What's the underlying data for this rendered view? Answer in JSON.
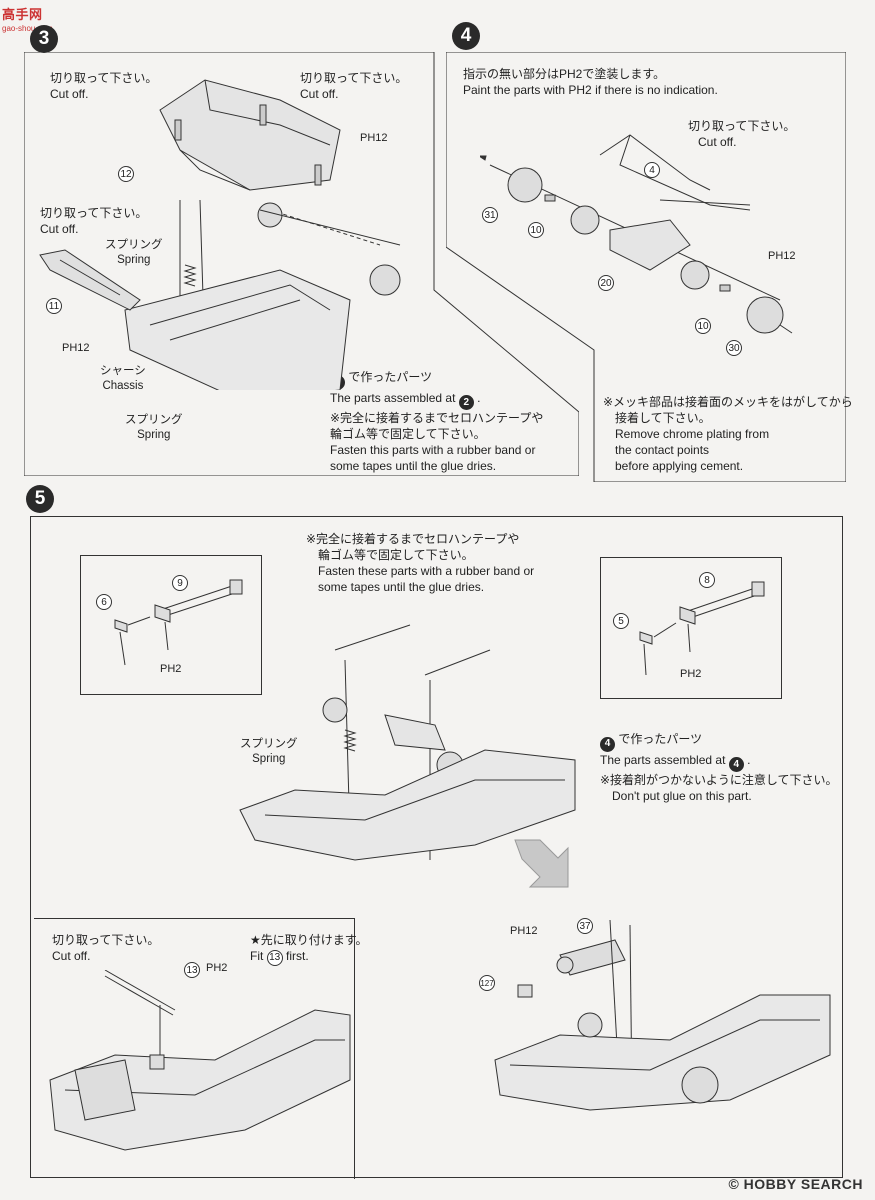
{
  "watermark": {
    "logo_text": "高手网",
    "site": "gao-shou.com",
    "footer": "© HOBBY SEARCH"
  },
  "steps": {
    "s3": {
      "number": "3",
      "cut_off_jp": "切り取って下さい。",
      "cut_off_en": "Cut off.",
      "spring_jp": "スプリング",
      "spring_en": "Spring",
      "chassis_jp": "シャーシ",
      "chassis_en": "Chassis",
      "paint": "PH12",
      "parts": [
        "12",
        "11"
      ],
      "assembled_jp": "で作ったパーツ",
      "assembled_en": "The parts assembled at",
      "assembled_ref": "2",
      "fasten_jp1": "※完全に接着するまでセロハンテープや",
      "fasten_jp2": "輪ゴム等で固定して下さい。",
      "fasten_en1": "Fasten this parts with a rubber band or",
      "fasten_en2": "some tapes until the glue dries."
    },
    "s4": {
      "number": "4",
      "paint_note_jp": "指示の無い部分はPH2で塗装します。",
      "paint_note_en": "Paint the parts with PH2 if there is no indication.",
      "cut_off_jp": "切り取って下さい。",
      "cut_off_en": "Cut off.",
      "paint": "PH12",
      "parts": [
        "4",
        "31",
        "10",
        "20",
        "10",
        "30"
      ],
      "chrome_jp1": "※メッキ部品は接着面のメッキをはがしてから",
      "chrome_jp2": "接着して下さい。",
      "chrome_en1": "Remove chrome plating from",
      "chrome_en2": "the contact points",
      "chrome_en3": "before applying cement."
    },
    "s5": {
      "number": "5",
      "fasten_jp1": "※完全に接着するまでセロハンテープや",
      "fasten_jp2": "輪ゴム等で固定して下さい。",
      "fasten_en1": "Fasten these parts with a rubber band or",
      "fasten_en2": "some tapes until the glue dries.",
      "left_parts": [
        "9",
        "6"
      ],
      "right_parts": [
        "8",
        "5"
      ],
      "paint": "PH2",
      "spring_jp": "スプリング",
      "spring_en": "Spring",
      "assembled_jp": "で作ったパーツ",
      "assembled_en": "The parts assembled at",
      "assembled_ref": "4",
      "noglue_jp": "※接着剤がつかないように注意して下さい。",
      "noglue_en": "Don't put glue on this part.",
      "cut_off_jp": "切り取って下さい。",
      "cut_off_en": "Cut off.",
      "first_jp": "★先に取り付けます。",
      "first_en_a": "Fit",
      "first_part": "13",
      "first_en_b": "first.",
      "part13": "13",
      "paint13": "PH2",
      "paint37": "PH12",
      "part37": "37",
      "part127": "127"
    }
  }
}
